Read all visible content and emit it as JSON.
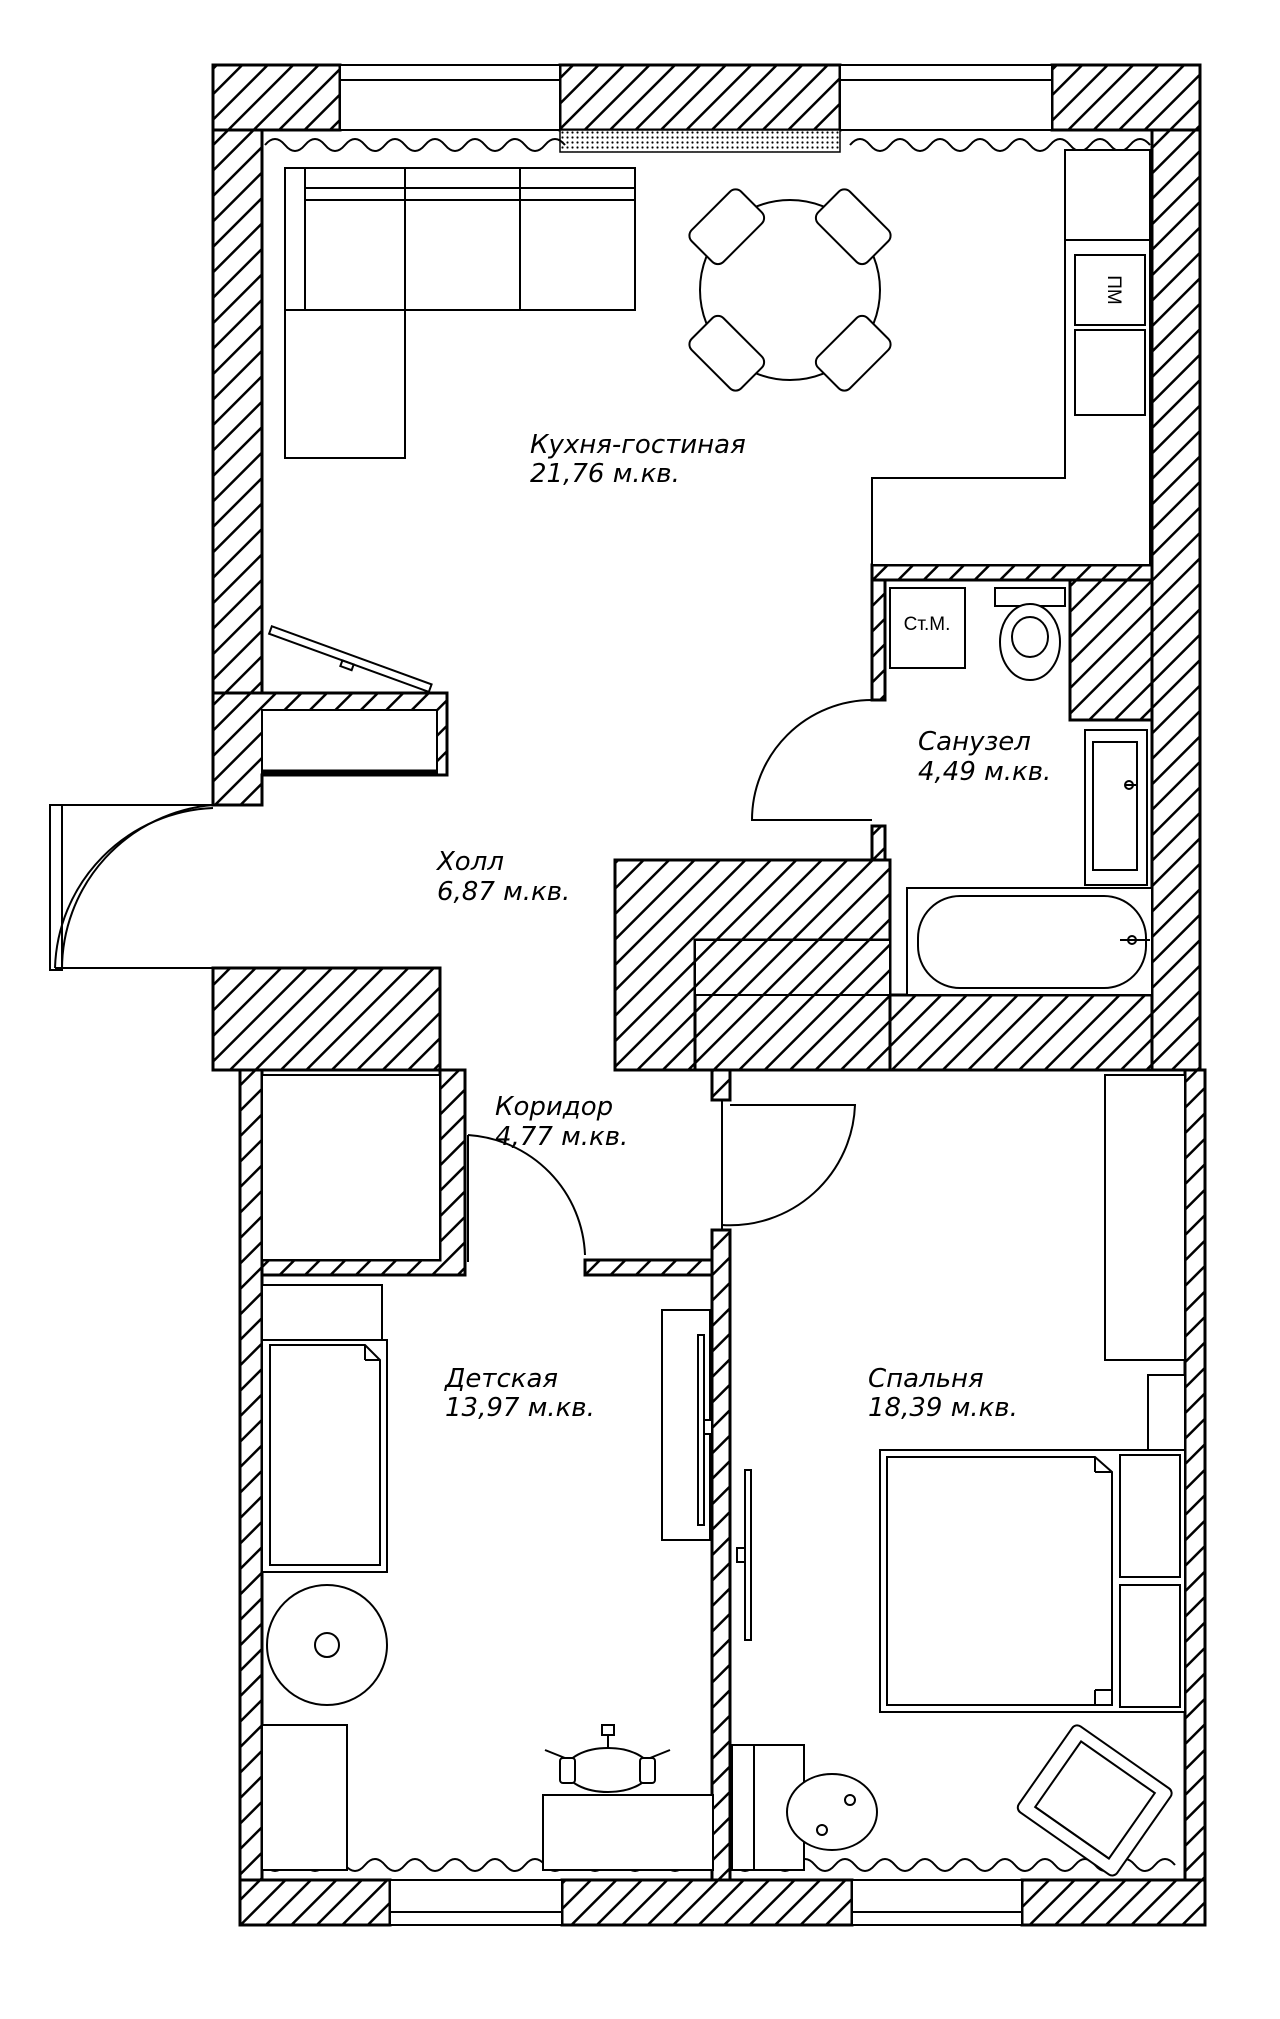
{
  "rooms": {
    "kitchen_living": {
      "name": "Кухня-гостиная",
      "area": "21,76 м.кв."
    },
    "bathroom": {
      "name": "Санузел",
      "area": "4,49 м.кв."
    },
    "hall": {
      "name": "Холл",
      "area": "6,87 м.кв."
    },
    "corridor": {
      "name": "Коридор",
      "area": "4,77 м.кв."
    },
    "kids_room": {
      "name": "Детская",
      "area": "13,97 м.кв."
    },
    "bedroom": {
      "name": "Спальня",
      "area": "18,39 м.кв."
    }
  },
  "fixtures": {
    "dishwasher": "ПМ",
    "washing_machine": "Ст.М."
  },
  "colors": {
    "line": "#000000",
    "background": "#ffffff"
  }
}
